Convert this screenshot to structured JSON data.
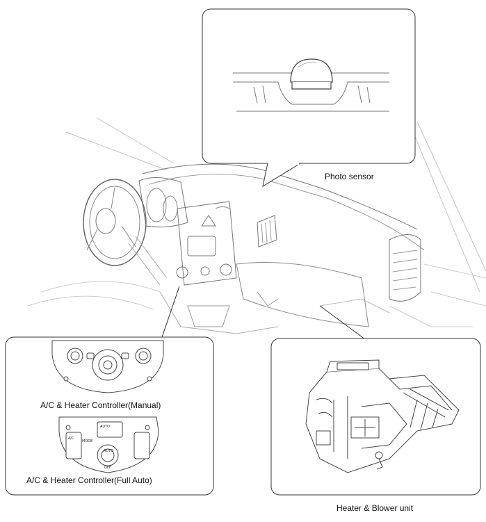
{
  "labels": {
    "photo_sensor": "Photo sensor",
    "controller_manual": "A/C & Heater Controller(Manual)",
    "controller_auto": "A/C & Heater Controller(Full Auto)",
    "heater_blower": "Heater & Blower unit"
  },
  "panel_text": {
    "auto": "AUTO",
    "off": "OFF",
    "ac": "A/C",
    "mode": "MODE"
  },
  "colors": {
    "line": "#555555",
    "light_line": "#bbbbbb",
    "callout_border": "#333333"
  }
}
